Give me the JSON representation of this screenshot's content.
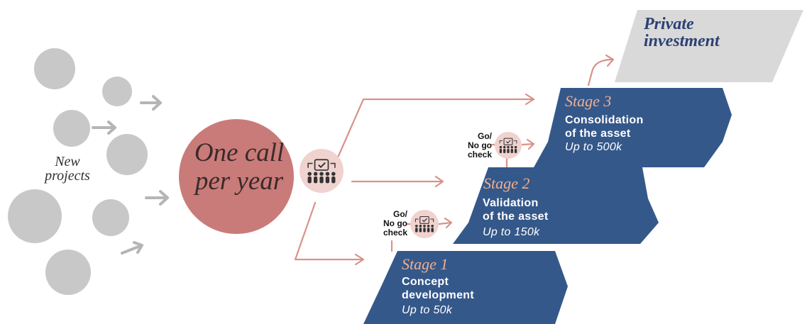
{
  "left": {
    "new_projects_line1": "New",
    "new_projects_line2": "projects"
  },
  "center": {
    "call_line1": "One call",
    "call_line2": "per year"
  },
  "private": {
    "line1": "Private",
    "line2": "investment"
  },
  "stages": [
    {
      "title": "Stage 1",
      "desc_line1": "Concept",
      "desc_line2": "development",
      "amount": "Up to 50k"
    },
    {
      "title": "Stage 2",
      "desc_line1": "Validation",
      "desc_line2": "of the asset",
      "amount": "Up to 150k"
    },
    {
      "title": "Stage 3",
      "desc_line1": "Consolidation",
      "desc_line2": "of the asset",
      "amount": "Up to 500k"
    }
  ],
  "gates": [
    {
      "line1": "Go/",
      "line2": "No go",
      "line3": "check"
    },
    {
      "line1": "Go/",
      "line2": "No go",
      "line3": "check"
    }
  ],
  "colors": {
    "stage_fill": "#35588a",
    "private_fill": "#d9d9d9",
    "call_circle": "#c97b79",
    "badge": "#f0d2cf",
    "arrow": "#d8928a",
    "project_dot": "#c8c8c8"
  },
  "icons": {
    "evaluation_panel": "committee-check-icon"
  }
}
